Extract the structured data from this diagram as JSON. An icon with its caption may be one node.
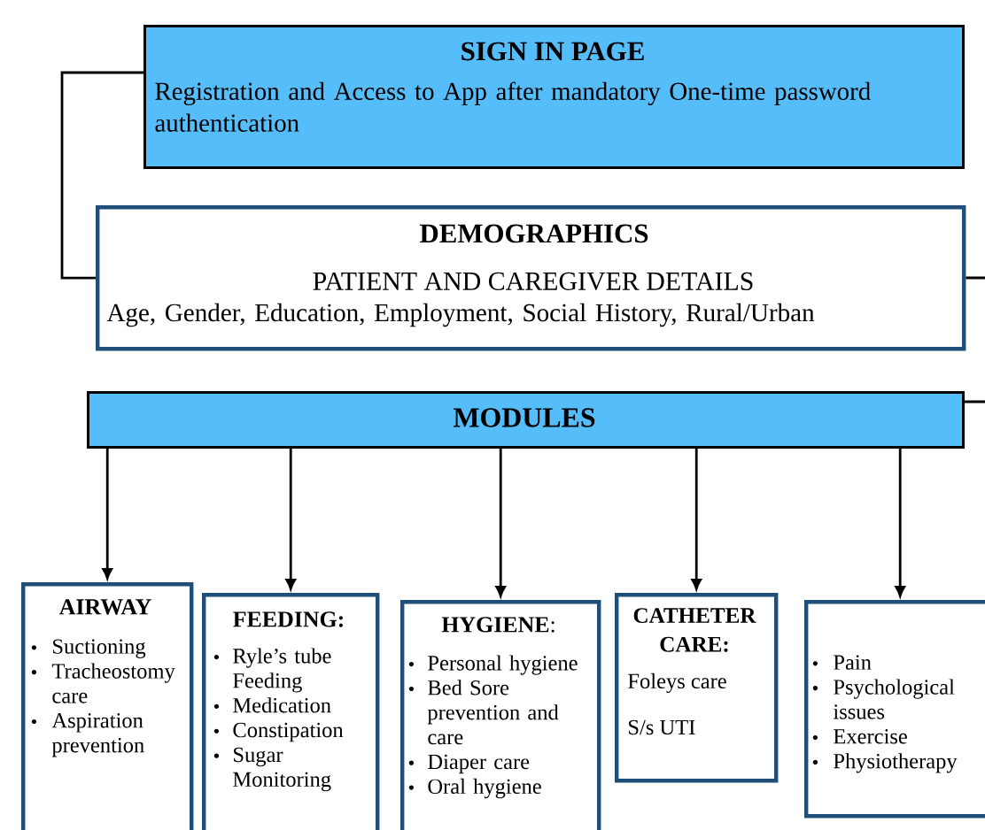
{
  "diagram": {
    "nodes": [
      {
        "text": [
          "SIGN IN PAGE",
          "Registration and Access to App after mandatory One-time password authentication"
        ]
      },
      {
        "text": [
          "DEMOGRAPHICS",
          "PATIENT AND CAREGIVER DETAILS",
          "Age, Gender, Education, Employment, Social History, Rural/Urban"
        ]
      },
      {
        "text": [
          "MODULES"
        ]
      },
      {
        "text": [
          "AIRWAY",
          "Suctioning",
          "Tracheostomy care",
          "Aspiration prevention"
        ]
      },
      {
        "text": [
          "FEEDING:",
          "Ryle’s tube Feeding",
          "Medication",
          "Constipation",
          "Sugar Monitoring"
        ]
      },
      {
        "text": [
          "**HYGIENE**:",
          "Personal hygiene",
          "Bed Sore prevention and care",
          "Diaper care",
          "Oral hygiene"
        ]
      },
      {
        "text": [
          "CATHETER CARE:",
          "Foleys care",
          "S/s UTI"
        ]
      },
      {
        "text": [
          "Pain",
          "Psychological issues",
          "Exercise",
          "Physiotherapy"
        ]
      }
    ],
    "edges": [
      {
        "from": 0,
        "to": 1,
        "arrow": "none"
      },
      {
        "from": 1,
        "to": null,
        "arrow": "none"
      },
      {
        "from": 2,
        "to": null,
        "arrow": "none"
      },
      {
        "from": 2,
        "to": 3,
        "arrow": "to"
      },
      {
        "from": 2,
        "to": 4,
        "arrow": "to"
      },
      {
        "from": 2,
        "to": 5,
        "arrow": "to"
      },
      {
        "from": 2,
        "to": 6,
        "arrow": "to"
      },
      {
        "from": 2,
        "to": 7,
        "arrow": "to"
      }
    ]
  }
}
